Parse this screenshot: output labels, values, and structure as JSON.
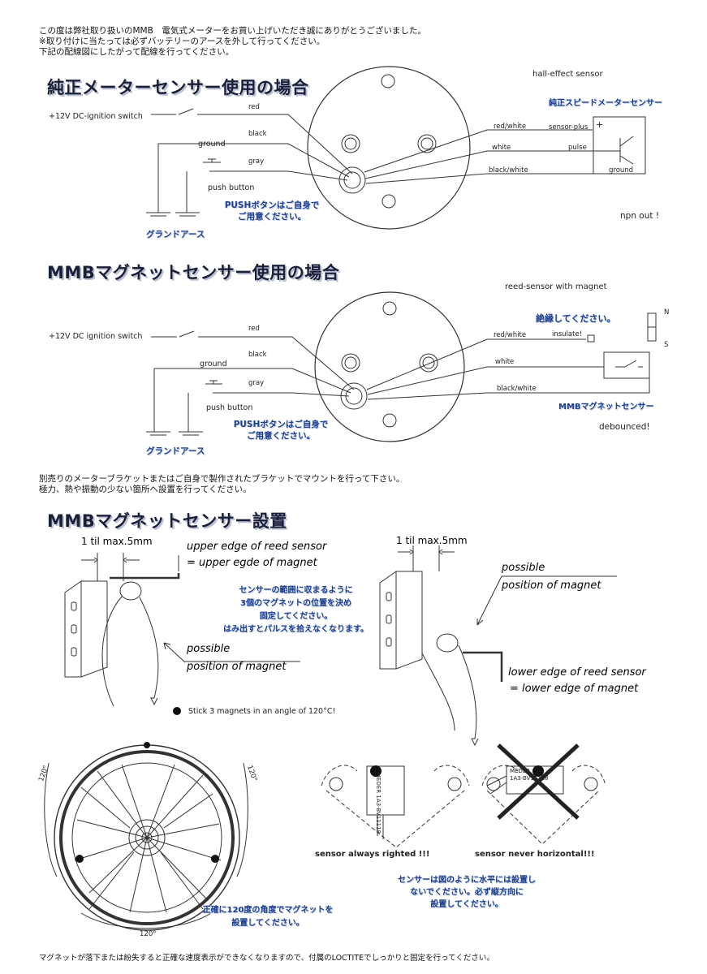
{
  "intro": {
    "line1": "この度は弊社取り扱いのMMB　電気式メーターをお買い上げいただき誠にありがとうございました。",
    "line2": "※取り付けに当たっては必ずバッテリーのアースを外して行ってください。",
    "line3": "下記の配線図にしたがって配線を行ってください。"
  },
  "section1": {
    "title": "純正メーターセンサー使用の場合",
    "sensor_type": "hall-effect sensor",
    "sensor_title": "純正スピードメーターセンサー",
    "ignition": "+12V DC-ignition switch",
    "ground": "ground",
    "push_button": "push button",
    "wire_red": "red",
    "wire_black": "black",
    "wire_gray": "gray",
    "wire_red_white": "red/white",
    "wire_white": "white",
    "wire_black_white": "black/white",
    "term_plus": "sensor-plus",
    "term_pulse": "pulse",
    "term_ground": "ground",
    "plus": "+",
    "npn": "npn out !",
    "push_note_1": "PUSHボタンはご自身で",
    "push_note_2": "ご用意ください。",
    "earth": "グランドアース"
  },
  "section2": {
    "title": "MMBマグネットセンサー使用の場合",
    "sensor_type": "reed-sensor with magnet",
    "insulate_note": "絶縁してください。",
    "insulate": "insulate!",
    "ignition": "+12V DC ignition switch",
    "ground": "ground",
    "push_button": "push button",
    "wire_red": "red",
    "wire_black": "black",
    "wire_gray": "gray",
    "wire_red_white": "red/white",
    "wire_white": "white",
    "wire_black_white": "black/white",
    "sensor_title": "MMBマグネットセンサー",
    "debounced": "debounced!",
    "magnet_n": "N",
    "magnet_s": "S",
    "push_note_1": "PUSHボタンはご自身で",
    "push_note_2": "ご用意ください。",
    "earth": "グランドアース"
  },
  "mount_note": {
    "line1": "別売りのメーターブラケットまたはご自身で製作されたブラケットでマウントを行って下さい。",
    "line2": "極力、熱や振動の少ない箇所へ設置を行ってください。"
  },
  "section3": {
    "title": "MMBマグネットセンサー設置",
    "gap_left": "1 til max.5mm",
    "gap_right": "1 til max.5mm",
    "upper_1": "upper edge of reed sensor",
    "upper_2": "= upper egde of magnet",
    "possible_left_1": "possible",
    "possible_left_2": "position of magnet",
    "possible_right_1": "possible",
    "possible_right_2": "position of magnet",
    "lower_1": "lower edge of reed sensor",
    "lower_2": "= lower edge of magnet",
    "magnet_note_1": "センサーの範囲に収まるように",
    "magnet_note_2": "3個のマグネットの位置を決め",
    "magnet_note_3": "固定してください。",
    "magnet_note_4": "はみ出すとパルスを拾えなくなります。",
    "stick_note": "Stick 3 magnets in an angle of 120°C!",
    "angle_left": "120°",
    "angle_right": "120°",
    "angle_bottom": "120°",
    "wheel_note_1": "正確に120度の角度でマグネットを",
    "wheel_note_2": "設置してください。",
    "always": "sensor always righted !!!",
    "never": "sensor never horizontal!!!",
    "orient_note_1": "センサーは図のように水平には設置し",
    "orient_note_2": "ないでください。必ず縦方向に",
    "orient_note_3": "設置してください。",
    "sensor_label_1": "MEDER",
    "sensor_label_2": "1A3-BV11118"
  },
  "footer": {
    "text": "マグネットが落下または紛失すると正確な速度表示ができなくなりますので、付属のLOCTITEでしっかりと固定を行ってください。"
  }
}
